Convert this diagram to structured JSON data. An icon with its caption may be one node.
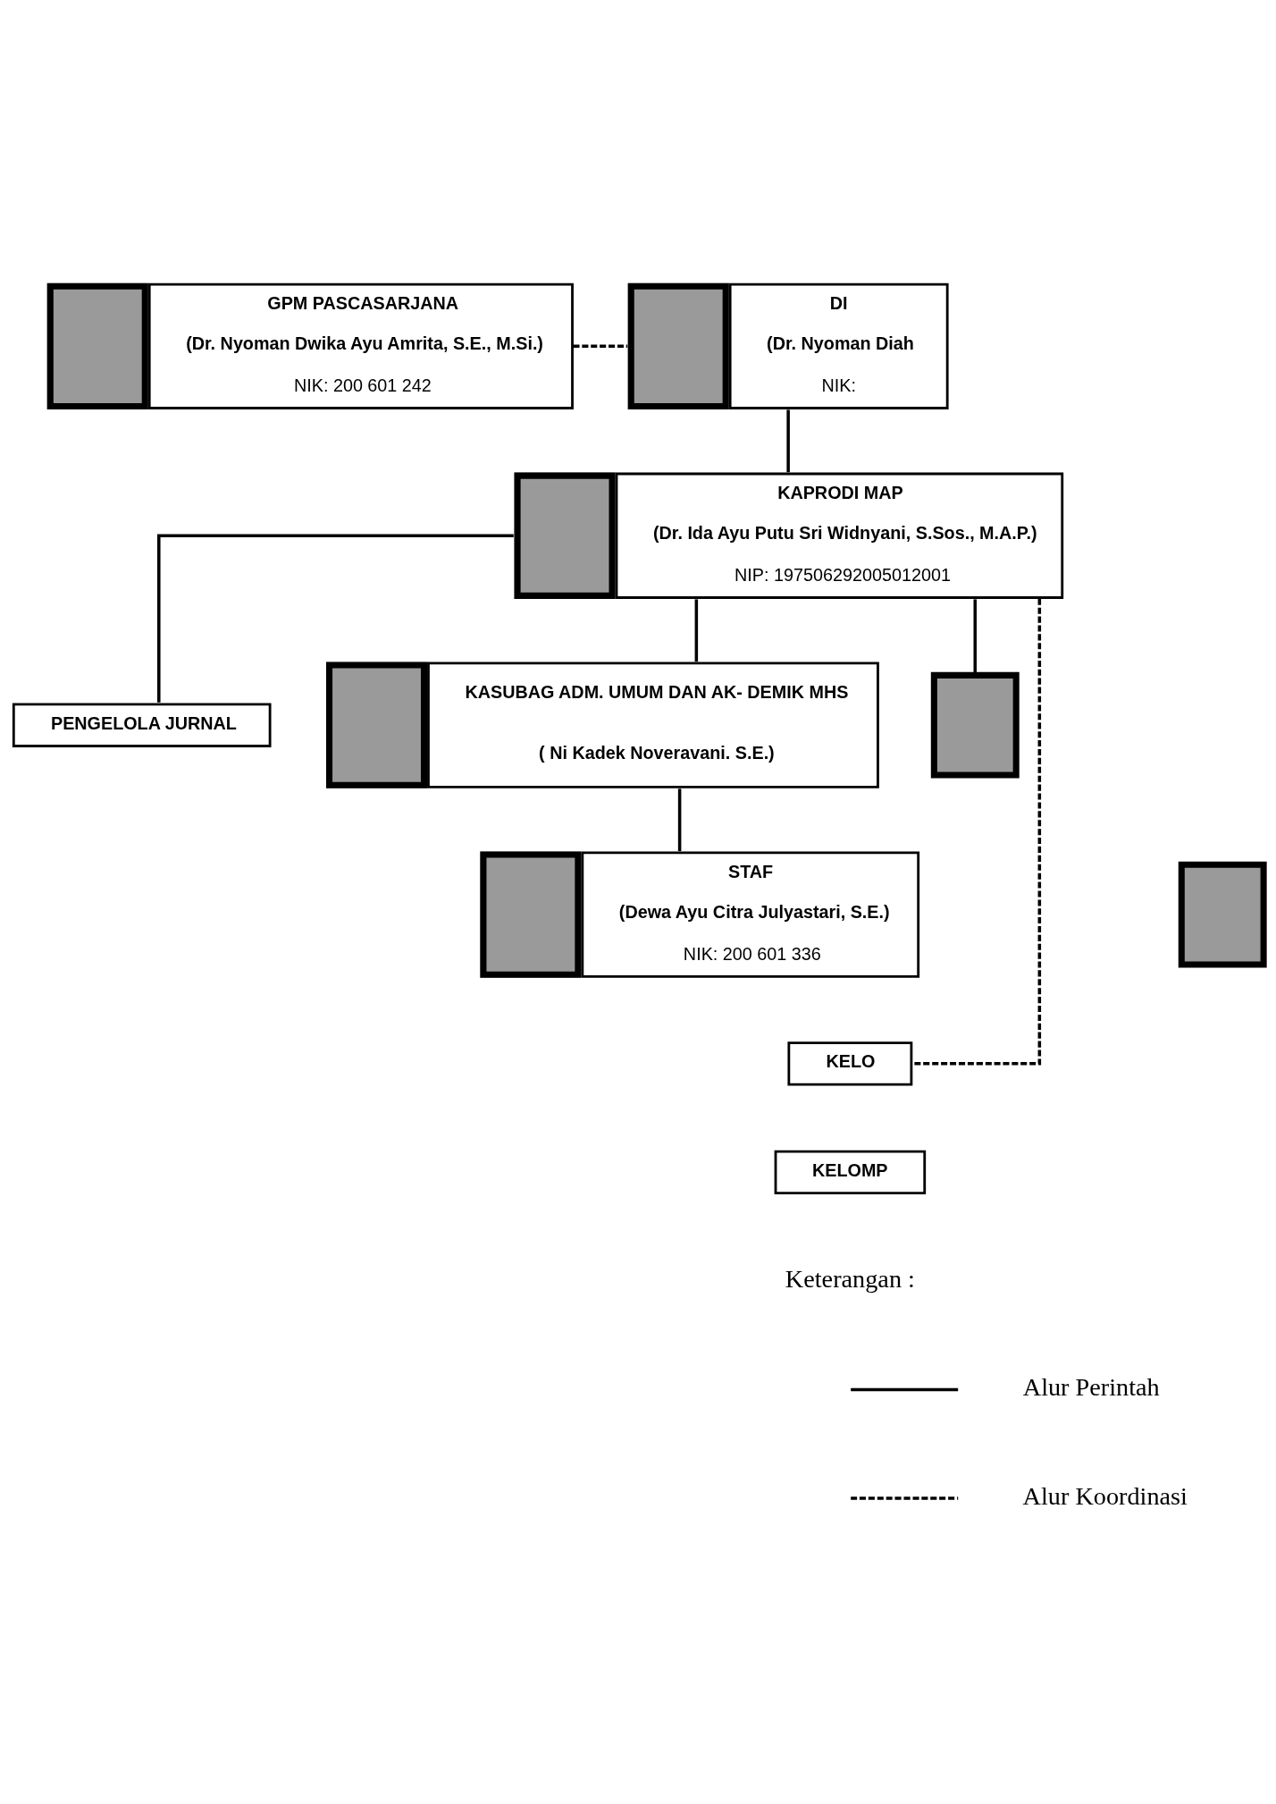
{
  "diagram": {
    "nodes": [
      {
        "text": [
          "GPM PASCASARJANA",
          "(Dr. Nyoman Dwika Ayu Amrita, S.E., M.Si.)",
          "NIK: 200 601 242"
        ]
      },
      {
        "text": [
          "DI",
          "(Dr. Nyoman Diah",
          "NIK:"
        ]
      },
      {
        "text": [
          "KAPRODI MAP",
          "(Dr. Ida Ayu Putu Sri Widnyani, S.Sos., M.A.P.)",
          "NIP: 197506292005012001"
        ]
      },
      {
        "text": [
          "PENGELOLA JURNAL"
        ]
      },
      {
        "text": [
          "KASUBAG ADM. UMUM DAN AK- DEMIK MHS",
          "( Ni Kadek Noveravani. S.E.)"
        ]
      },
      {
        "text": [],
        "shape": "box"
      },
      {
        "text": [
          "STAF",
          "(Dewa Ayu Citra Julyastari, S.E.)",
          "NIK: 200 601 336"
        ]
      },
      {
        "text": [],
        "shape": "box"
      },
      {
        "text": [
          "KELO"
        ]
      },
      {
        "text": [
          "KELOMP"
        ]
      }
    ],
    "edges": [
      {
        "from": 0,
        "to": 1,
        "arrow": "none",
        "style": "dashed"
      },
      {
        "from": 1,
        "to": 2,
        "arrow": "none"
      },
      {
        "from": 2,
        "to": 3,
        "arrow": "none"
      },
      {
        "from": 2,
        "to": 4,
        "arrow": "none"
      },
      {
        "from": 2,
        "to": 5,
        "arrow": "none"
      },
      {
        "from": 4,
        "to": 6,
        "arrow": "none"
      },
      {
        "from": 2,
        "to": 8,
        "arrow": "none",
        "style": "dashed"
      }
    ],
    "labels": [
      "Keterangan :"
    ],
    "legend": [
      {
        "text": "Alur Perintah"
      },
      {
        "text": "Alur Koordinasi"
      }
    ]
  }
}
